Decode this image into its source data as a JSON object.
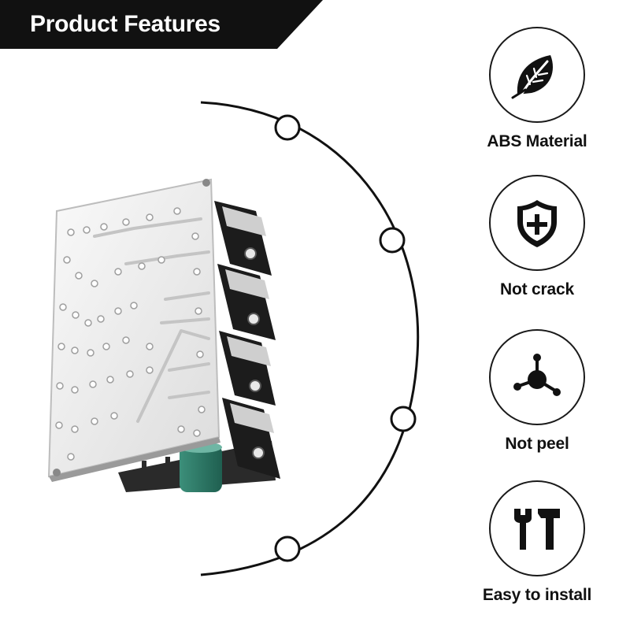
{
  "banner": {
    "title": "Product Features"
  },
  "features": [
    {
      "icon": "leaf-icon",
      "label": "ABS Material"
    },
    {
      "icon": "shield-plus-icon",
      "label": "Not crack"
    },
    {
      "icon": "molecule-icon",
      "label": "Not peel"
    },
    {
      "icon": "wrench-hammer-icon",
      "label": "Easy to install"
    }
  ],
  "colors": {
    "banner": "#111111",
    "text": "#111111",
    "background": "#ffffff"
  }
}
